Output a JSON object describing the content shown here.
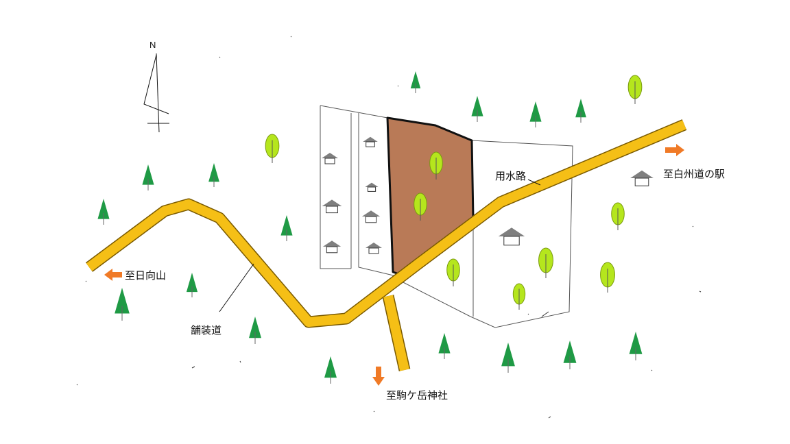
{
  "compass": {
    "label": "N"
  },
  "labels": {
    "hinatayama": "至日向山",
    "hakushu": "至白州道の駅",
    "komagatake": "至駒ケ岳神社",
    "paved_road": "舗装道",
    "canal": "用水路"
  },
  "colors": {
    "road": "#f5bf16",
    "road_edge": "#7a5a00",
    "plot": "#b97a57",
    "tree_green": "#1f9a45",
    "round_tree": "#b5e61d",
    "house": "#7f7f7f",
    "arrow": "#f07a26"
  },
  "icons": [
    "north-arrow-icon",
    "tree-icon",
    "round-tree-icon",
    "house-icon",
    "direction-arrow-icon"
  ]
}
